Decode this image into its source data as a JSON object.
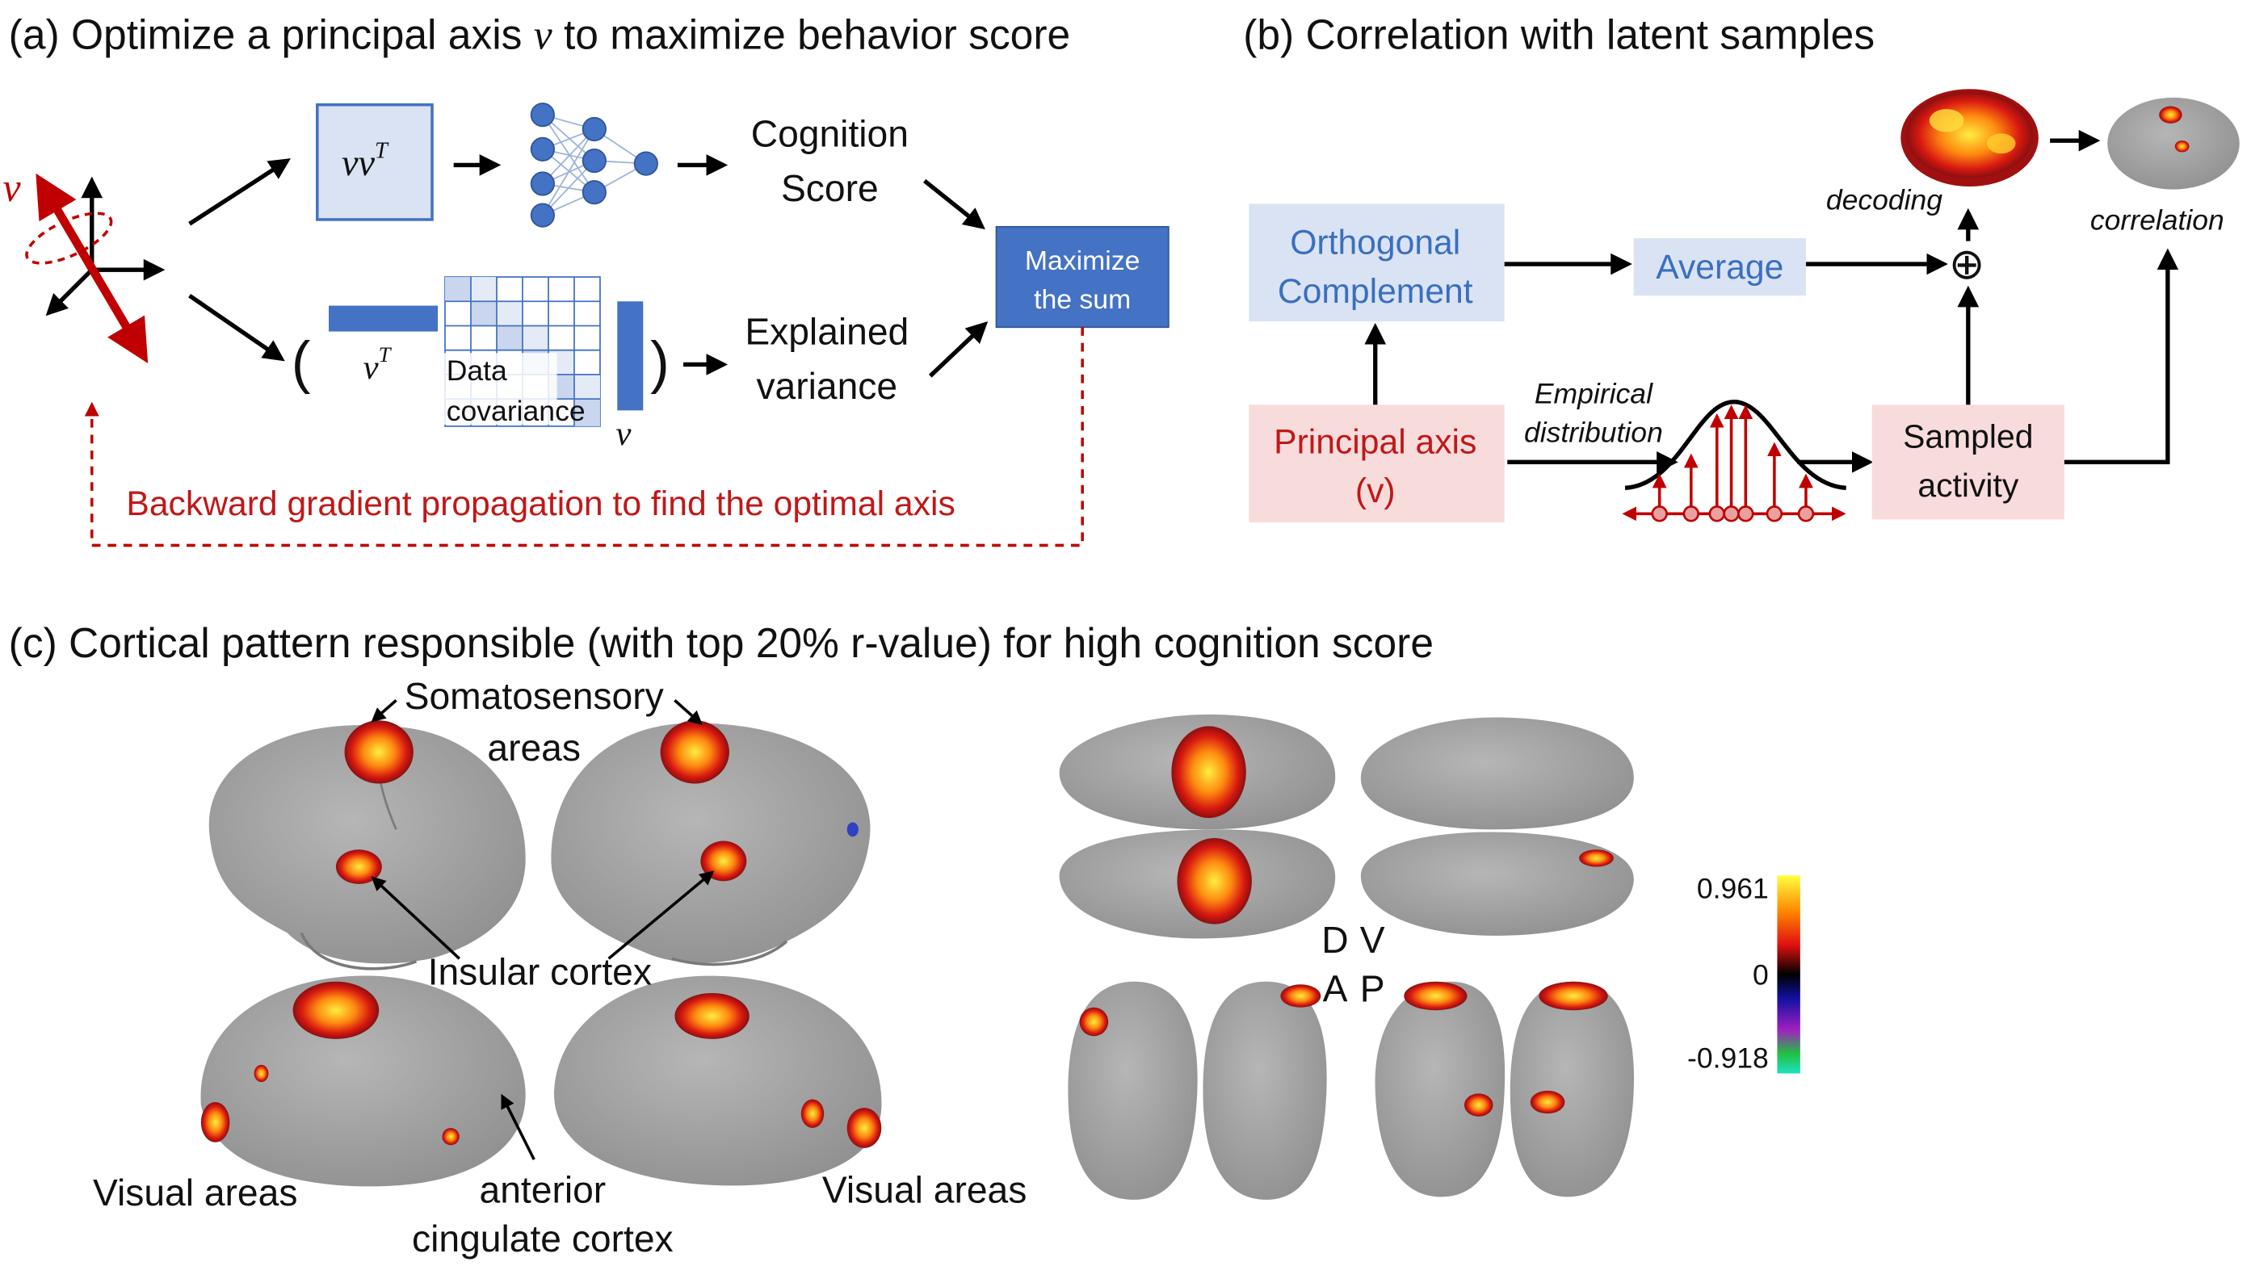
{
  "panel_a": {
    "title_prefix": "(a) Optimize a principal axis ",
    "title_var": "v",
    "title_suffix": " to maximize behavior score",
    "vv_label": "vv",
    "vv_sup": "T",
    "vector_label": "v",
    "cognition_line1": "Cognition",
    "cognition_line2": "Score",
    "explained_line1": "Explained",
    "explained_line2": "variance",
    "vt_label": "v",
    "vt_sup": "T",
    "paren_open": "(",
    "paren_close": ")",
    "data_cov_line1": "Data",
    "data_cov_line2": "covariance",
    "v_bar_label": "v",
    "maximize_line1": "Maximize",
    "maximize_line2": "the sum",
    "backward_text": "Backward gradient propagation to find the optimal axis"
  },
  "panel_b": {
    "title": "(b) Correlation with latent samples",
    "orth_line1": "Orthogonal",
    "orth_line2": "Complement",
    "average": "Average",
    "principal_line1": "Principal axis",
    "principal_line2": "(v)",
    "empirical_line1": "Empirical",
    "empirical_line2": "distribution",
    "sampled_line1": "Sampled",
    "sampled_line2": "activity",
    "decoding": "decoding",
    "correlation": "correlation",
    "plus_symbol": "⊕"
  },
  "panel_c": {
    "title": "(c) Cortical pattern responsible (with top 20% r-value) for high cognition score",
    "somato_line1": "Somatosensory",
    "somato_line2": "areas",
    "insular": "Insular cortex",
    "visual_left": "Visual areas",
    "visual_right": "Visual areas",
    "acc_line1": "anterior",
    "acc_line2": "cingulate cortex",
    "dir_D": "D",
    "dir_V": "V",
    "dir_A": "A",
    "dir_P": "P",
    "colorbar_max": "0.961",
    "colorbar_zero": "0",
    "colorbar_min": "-0.918"
  },
  "colors": {
    "accent_blue": "#4472c4",
    "light_blue": "#dae3f3",
    "dark_red": "#c00000",
    "light_pink": "#f8dcdc",
    "brain_gray": "#a8a8a8"
  }
}
